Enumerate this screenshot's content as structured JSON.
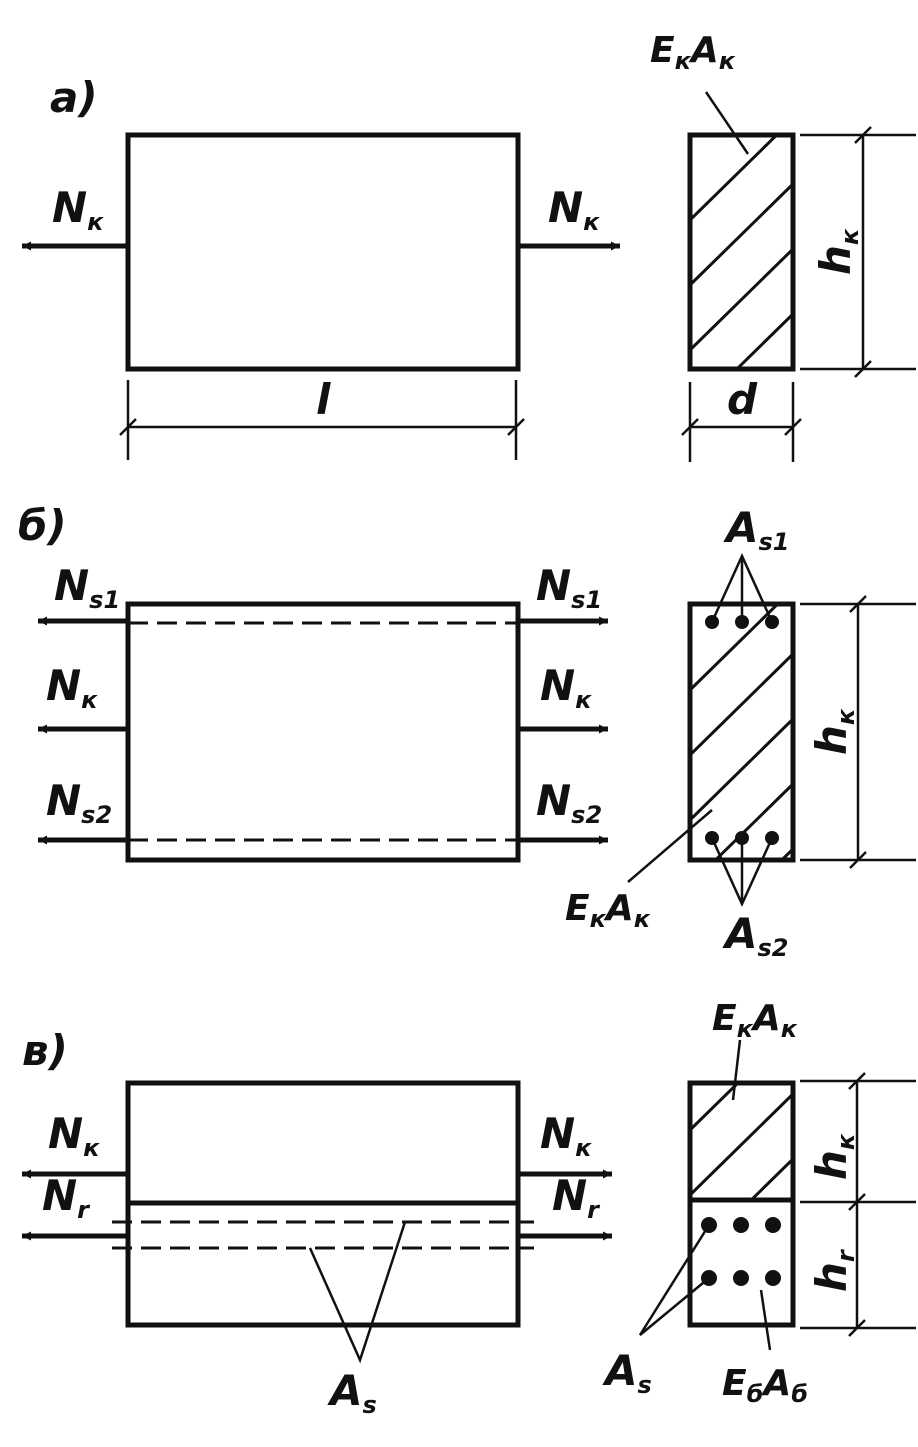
{
  "panels": [
    {
      "letter": "а)",
      "force_main": {
        "base": "N",
        "sub": "к"
      },
      "section_label": {
        "e": "E",
        "e_sub": "к",
        "a": "A",
        "a_sub": "к"
      },
      "length_label": "l",
      "width_label": "d",
      "height_label": {
        "base": "h",
        "sub": "к"
      }
    },
    {
      "letter": "б)",
      "force_top": {
        "base": "N",
        "sub": "s1"
      },
      "force_main": {
        "base": "N",
        "sub": "к"
      },
      "force_bottom": {
        "base": "N",
        "sub": "s2"
      },
      "bar_top_label": {
        "base": "A",
        "sub": "s1"
      },
      "bar_bottom_label": {
        "base": "A",
        "sub": "s2"
      },
      "section_label": {
        "e": "E",
        "e_sub": "к",
        "a": "A",
        "a_sub": "к"
      },
      "height_label": {
        "base": "h",
        "sub": "к"
      }
    },
    {
      "letter": "в)",
      "force_main": {
        "base": "N",
        "sub": "к"
      },
      "force_bottom": {
        "base": "N",
        "sub": "r"
      },
      "bar_label": {
        "base": "A",
        "sub": "s"
      },
      "section_label": {
        "e": "E",
        "e_sub": "к",
        "a": "A",
        "a_sub": "к"
      },
      "concrete_label": {
        "e": "E",
        "e_sub": "б",
        "a": "A",
        "a_sub": "б"
      },
      "height_label_top": {
        "base": "h",
        "sub": "к"
      },
      "height_label_bottom": {
        "base": "h",
        "sub": "r"
      }
    }
  ]
}
